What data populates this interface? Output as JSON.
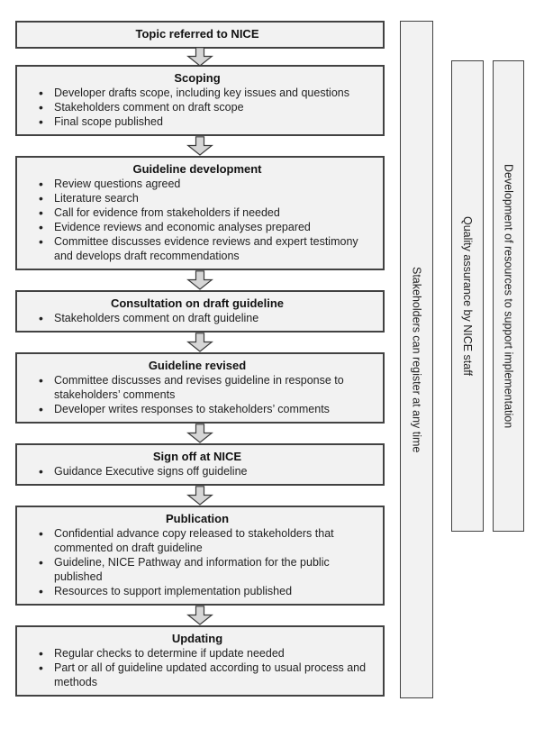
{
  "flow": {
    "boxes": [
      {
        "title": "Topic referred to NICE",
        "bullets": []
      },
      {
        "title": "Scoping",
        "bullets": [
          "Developer drafts scope, including key issues and questions",
          "Stakeholders comment on draft scope",
          "Final scope published"
        ]
      },
      {
        "title": "Guideline development",
        "bullets": [
          "Review questions agreed",
          "Literature search",
          "Call for evidence from stakeholders if needed",
          "Evidence reviews and economic analyses prepared",
          "Committee discusses evidence reviews and expert testimony and develops draft recommendations"
        ]
      },
      {
        "title": "Consultation on draft guideline",
        "bullets": [
          "Stakeholders comment on draft guideline"
        ]
      },
      {
        "title": "Guideline revised",
        "bullets": [
          "Committee discusses and revises guideline in response to stakeholders’ comments",
          "Developer writes responses to stakeholders’ comments"
        ]
      },
      {
        "title": "Sign off at NICE",
        "bullets": [
          "Guidance Executive signs off guideline"
        ]
      },
      {
        "title": "Publication",
        "bullets": [
          "Confidential advance copy released to stakeholders that commented on draft guideline",
          "Guideline, NICE Pathway and information for the public published",
          "Resources to support implementation published"
        ]
      },
      {
        "title": "Updating",
        "bullets": [
          "Regular checks to determine if update needed",
          "Part or all of guideline updated according to usual process and methods"
        ]
      }
    ]
  },
  "sidebars": [
    {
      "label": "Stakeholders can register at any time"
    },
    {
      "label": "Quality assurance by NICE staff"
    },
    {
      "label": "Development of resources to support implementation"
    }
  ],
  "colors": {
    "box_fill": "#f2f2f2",
    "box_border": "#424242",
    "arrow_fill": "#d6d6d6",
    "arrow_border": "#3a3a3a",
    "text": "#222222"
  }
}
